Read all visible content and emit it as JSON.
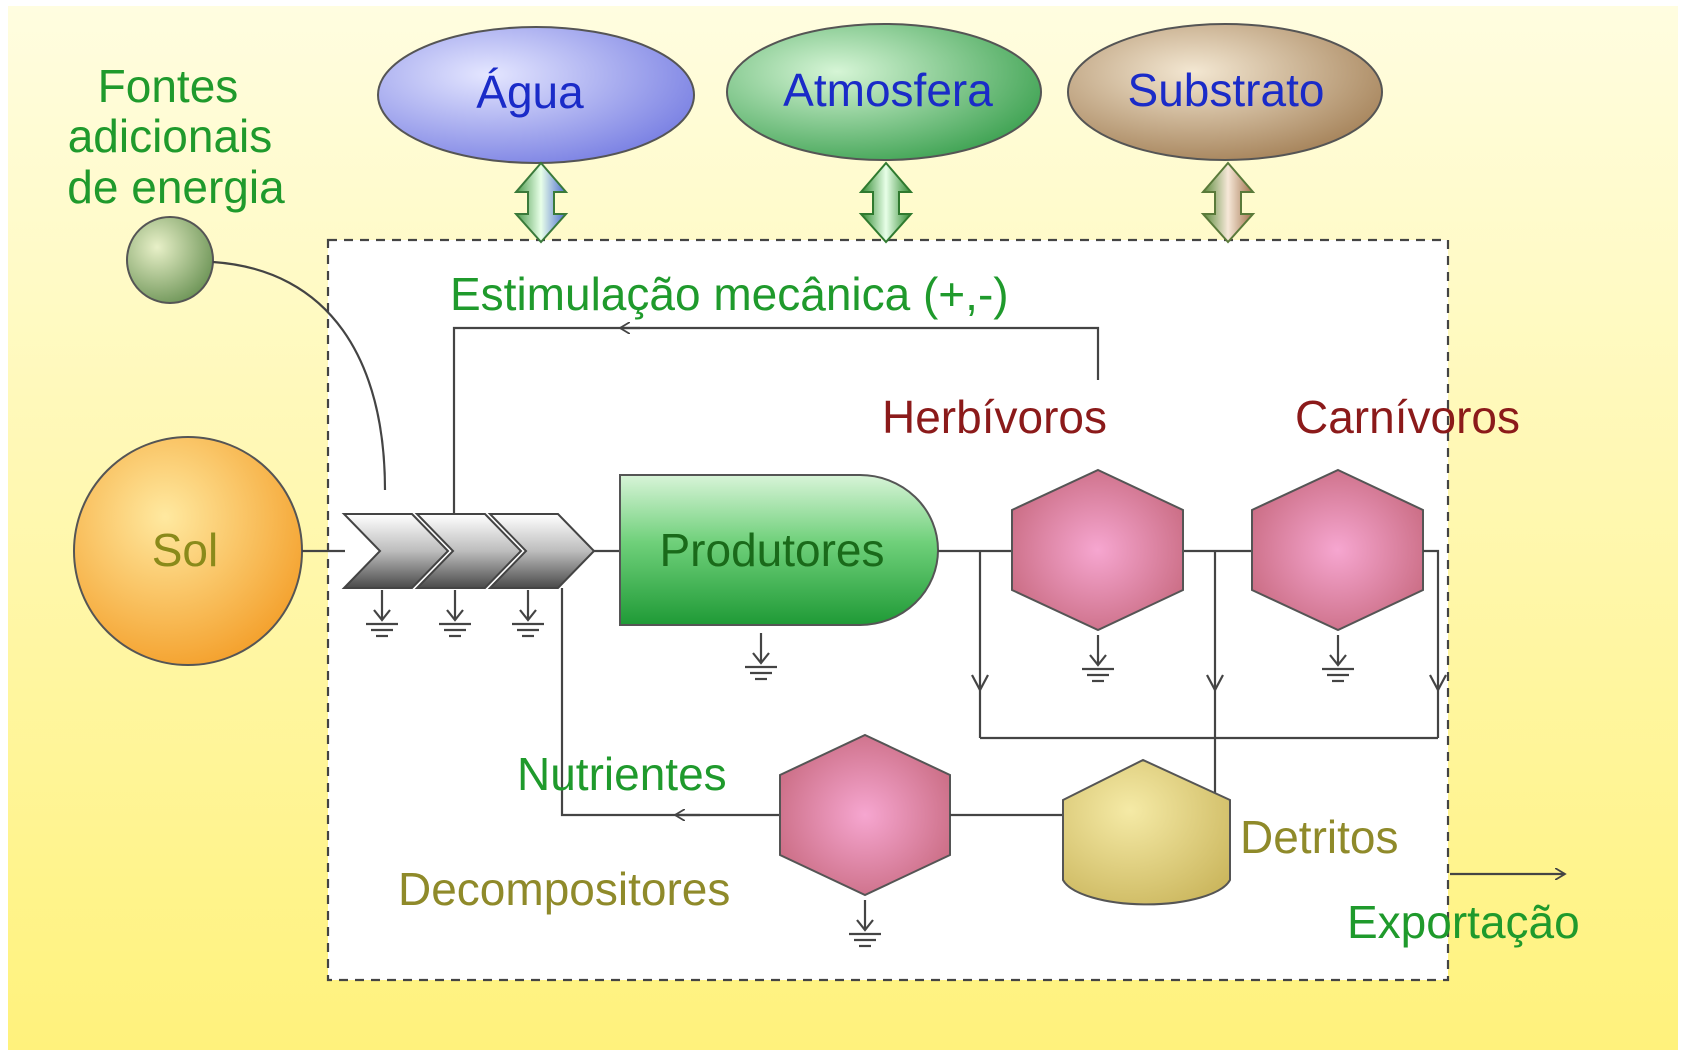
{
  "colors": {
    "background_top": "#fffdd8",
    "background_bottom": "#fff27a",
    "green_text": "#1f9a2c",
    "dark_red_text": "#8b1a1a",
    "olive_text": "#8f8a2a",
    "blue_text": "#1a2bc8",
    "line": "#555555"
  },
  "external": {
    "agua": "Água",
    "atmosfera": "Atmosfera",
    "substrato": "Substrato"
  },
  "sources": {
    "additional_energy": [
      "Fontes",
      "adicionais",
      "de energia"
    ],
    "sun": "Sol"
  },
  "labels": {
    "mechanical": "Estimulação mecânica (+,-)",
    "producers": "Produtores",
    "herbivores": "Herbívoros",
    "carnivores": "Carnívoros",
    "nutrients": "Nutrientes",
    "decomposers": "Decompositores",
    "detritus": "Detritos",
    "export": "Exportação"
  },
  "icons": {
    "exchange": "double-arrow-icon",
    "heat_sink": "ground-sink-icon",
    "interaction": "chevron-interaction-icon",
    "consumer": "hexagon-consumer-icon",
    "storage": "tank-storage-icon"
  }
}
